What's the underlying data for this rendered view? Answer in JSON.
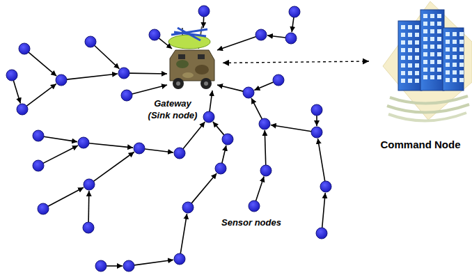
{
  "diagram": {
    "nodes": [
      {
        "text": [
          "Gateway (Sink node)"
        ]
      },
      {
        "text": [
          "Command Node"
        ]
      }
    ],
    "edges": [
      {
        "from": 0,
        "to": 1,
        "arrow": "both"
      }
    ],
    "labels": [
      "Sensor nodes"
    ]
  }
}
